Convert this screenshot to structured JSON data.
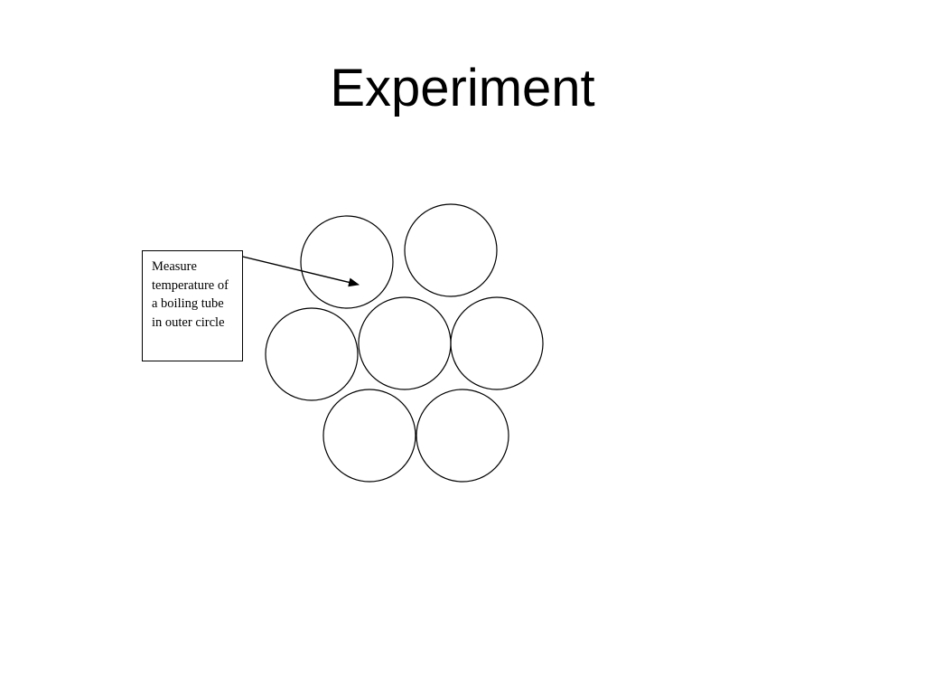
{
  "slide": {
    "title": "Experiment",
    "callout": {
      "text": "Measure temperature of a boiling tube in outer circle"
    }
  },
  "diagram": {
    "tube_count": 7,
    "stroke_color": "#000000",
    "background_color": "#ffffff"
  }
}
